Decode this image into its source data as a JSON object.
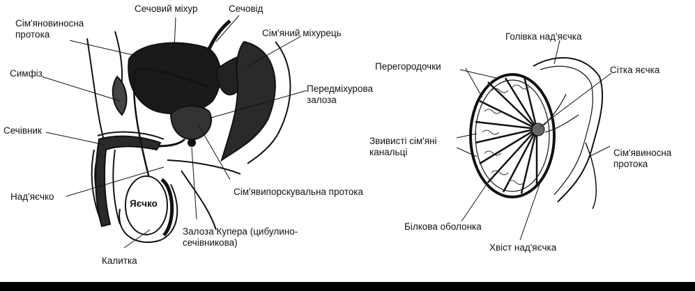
{
  "left_diagram": {
    "labels": {
      "bladder": "Сечовий міхур",
      "ureter": "Сечовід",
      "vas_deferens": "Сім'яновиносна протока",
      "seminal_vesicle": "Сім'яний міхурець",
      "symphysis": "Симфіз",
      "prostate": "Передміхурова залоза",
      "penis": "Сечівник",
      "ejaculatory_duct": "Сім'явипорскувальна протока",
      "epididymis": "Над'яєчко",
      "testis": "Яєчко",
      "cowper": "Залоза Купера (цибулино-сечівникова)",
      "scrotum": "Калитка"
    }
  },
  "right_diagram": {
    "labels": {
      "epididymis_head": "Голівка над'яєчка",
      "septa": "Перегородочки",
      "rete_testis": "Сітка яєчка",
      "seminiferous_tubules": "Звивисті сім'яні канальці",
      "vas_deferens": "Сім'явиносна протока",
      "tunica_albuginea": "Білкова оболонка",
      "epididymis_tail": "Хвіст над'яєчка"
    }
  },
  "colors": {
    "ink": "#111111",
    "background": "#ffffff",
    "footer_bar": "#000000"
  }
}
